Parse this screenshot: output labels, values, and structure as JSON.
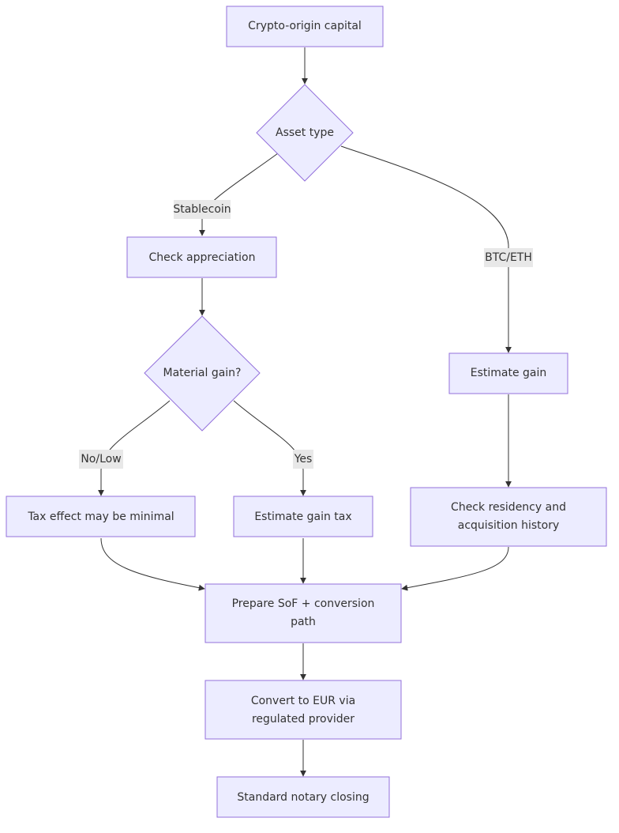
{
  "diagram": {
    "nodes": {
      "crypto_origin": "Crypto-origin capital",
      "asset_type": "Asset type",
      "check_appreciation": "Check appreciation",
      "material_gain": "Material gain?",
      "tax_minimal": "Tax effect may be minimal",
      "estimate_gain_tax": "Estimate gain tax",
      "estimate_gain": "Estimate gain",
      "check_residency": [
        "Check residency and",
        "acquisition history"
      ],
      "prepare_sof": [
        "Prepare SoF + conversion",
        "path"
      ],
      "convert_eur": [
        "Convert to EUR via",
        "regulated provider"
      ],
      "notary_closing": "Standard notary closing"
    },
    "edges": {
      "stablecoin": "Stablecoin",
      "btc_eth": "BTC/ETH",
      "no_low": "No/Low",
      "yes": "Yes"
    },
    "colors": {
      "node_fill": "#ececff",
      "node_stroke": "#9370db",
      "edge": "#333333",
      "label_bg": "#e8e8e8"
    }
  }
}
